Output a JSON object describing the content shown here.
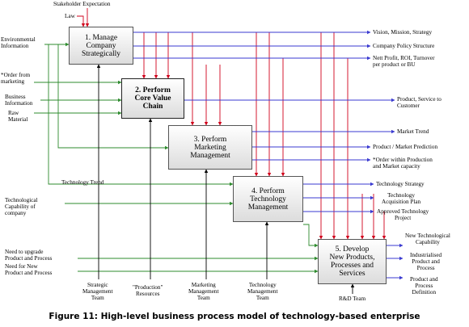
{
  "caption": "Figure 11: High-level business process model of technology-based enterprise",
  "boxes": {
    "b1": "1. Manage\nCompany\nStrategically",
    "b2": "2. Perform\nCore Value\nChain",
    "b3": "3. Perform\nMarketing\nManagement",
    "b4": "4. Perform\nTechnology\nManagement",
    "b5": "5. Develop\nNew Products,\nProcesses and\nServices"
  },
  "inputs": {
    "stakeholder": "Stakeholder Expectation",
    "law": "Law",
    "env": "Environmental\nInformation",
    "order": "*Order from\nmarketing",
    "business": "Business\nInformation",
    "raw": "Raw\nMaterial",
    "tech_trend": "Technology   Trend",
    "tech_cap": "Technological\nCapability of\ncompany",
    "upgrade": "Need to upgrade\nProduct and Process",
    "new_product": "Need for New\nProduct and Process"
  },
  "outputs": {
    "vision": "Vision, Mission, Strategy",
    "policy": "Company Policy Structure",
    "profit": "Nett Profit, ROI, Turnover\nper product or BU",
    "product_service": "Product, Service to\nCustomer",
    "market_trend": "Market Trend",
    "market_prediction": "Product / Market Prediction",
    "order_within": "*Order within Production\nand Market capacity",
    "tech_strategy": "Technology Strategy",
    "tech_acq": "Technology\nAcquisition Plan",
    "approved": "Approved Technology\nProject",
    "new_capability": "New Technological\nCapability",
    "industrialised": "Industrialised\nProduct and\nProcess",
    "definition": "Product and\nProcess\nDefinition"
  },
  "mechanisms": {
    "strategic": "Strategic\nManagement\nTeam",
    "production": "\"Production\"\nResources",
    "marketing": "Marketing\nManagement\nTeam",
    "technology": "Technology\nManagement\nTeam",
    "rnd": "R&D Team"
  },
  "colors": {
    "control": "#d0021b",
    "output": "#3a3ad0",
    "input": "#2e8b2e",
    "mechanism": "#000000"
  }
}
